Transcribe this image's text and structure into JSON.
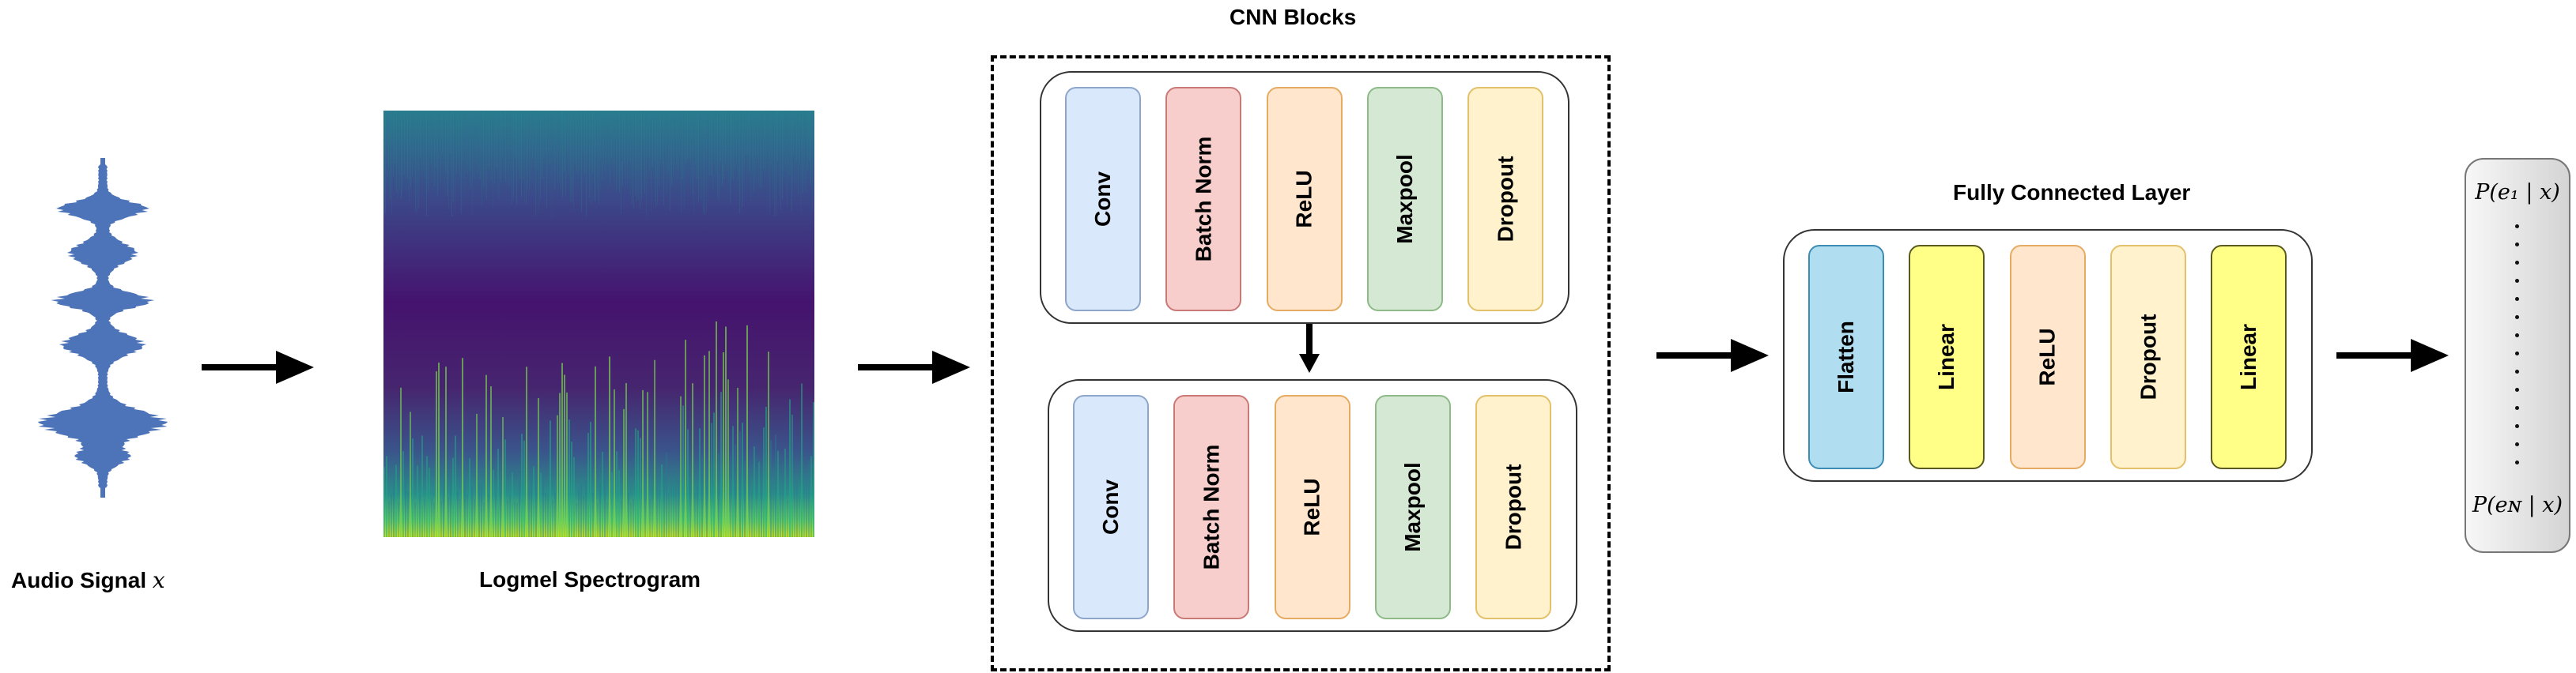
{
  "audio_caption": {
    "text": "Audio Signal",
    "var": "x"
  },
  "spectrogram_caption": "Logmel Spectrogram",
  "cnn": {
    "title": "CNN Blocks",
    "block1": [
      "Conv",
      "Batch Norm",
      "ReLU",
      "Maxpool",
      "Dropout"
    ],
    "block2": [
      "Conv",
      "Batch Norm",
      "ReLU",
      "Maxpool",
      "Dropout"
    ]
  },
  "fc": {
    "title": "Fully Connected Layer",
    "layers": [
      "Flatten",
      "Linear",
      "ReLU",
      "Dropout",
      "Linear"
    ]
  },
  "output": {
    "top": "P(e₁ | x)",
    "bottom": "P(eɴ | x)"
  },
  "colors": {
    "conv": "#dae8fc",
    "batchnorm": "#f8cecc",
    "relu": "#ffe6cc",
    "maxpool": "#d5e8d4",
    "dropout": "#fff2cc",
    "flatten": "#b1ddf0",
    "linear": "#ffff88",
    "waveform": "#3a64b0"
  }
}
